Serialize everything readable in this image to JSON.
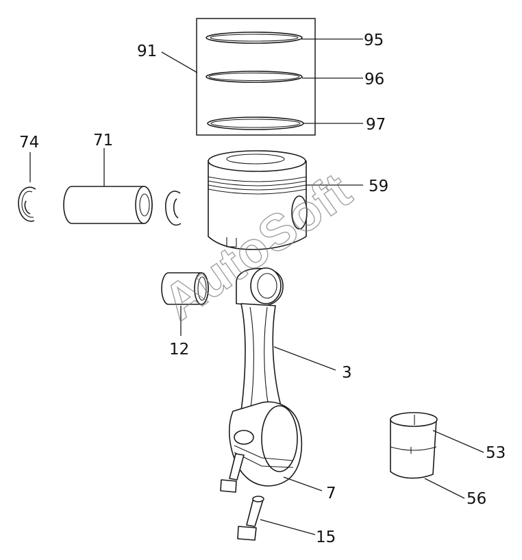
{
  "watermark": "AutoSoft",
  "callouts": [
    {
      "id": "91",
      "label": "91"
    },
    {
      "id": "95",
      "label": "95"
    },
    {
      "id": "96",
      "label": "96"
    },
    {
      "id": "97",
      "label": "97"
    },
    {
      "id": "74",
      "label": "74"
    },
    {
      "id": "71",
      "label": "71"
    },
    {
      "id": "59",
      "label": "59"
    },
    {
      "id": "12",
      "label": "12"
    },
    {
      "id": "3",
      "label": "3"
    },
    {
      "id": "53",
      "label": "53"
    },
    {
      "id": "56",
      "label": "56"
    },
    {
      "id": "7",
      "label": "7"
    },
    {
      "id": "15",
      "label": "15"
    }
  ],
  "colors": {
    "line": "#1a1a1a",
    "background": "#ffffff",
    "watermark": "#777777"
  }
}
